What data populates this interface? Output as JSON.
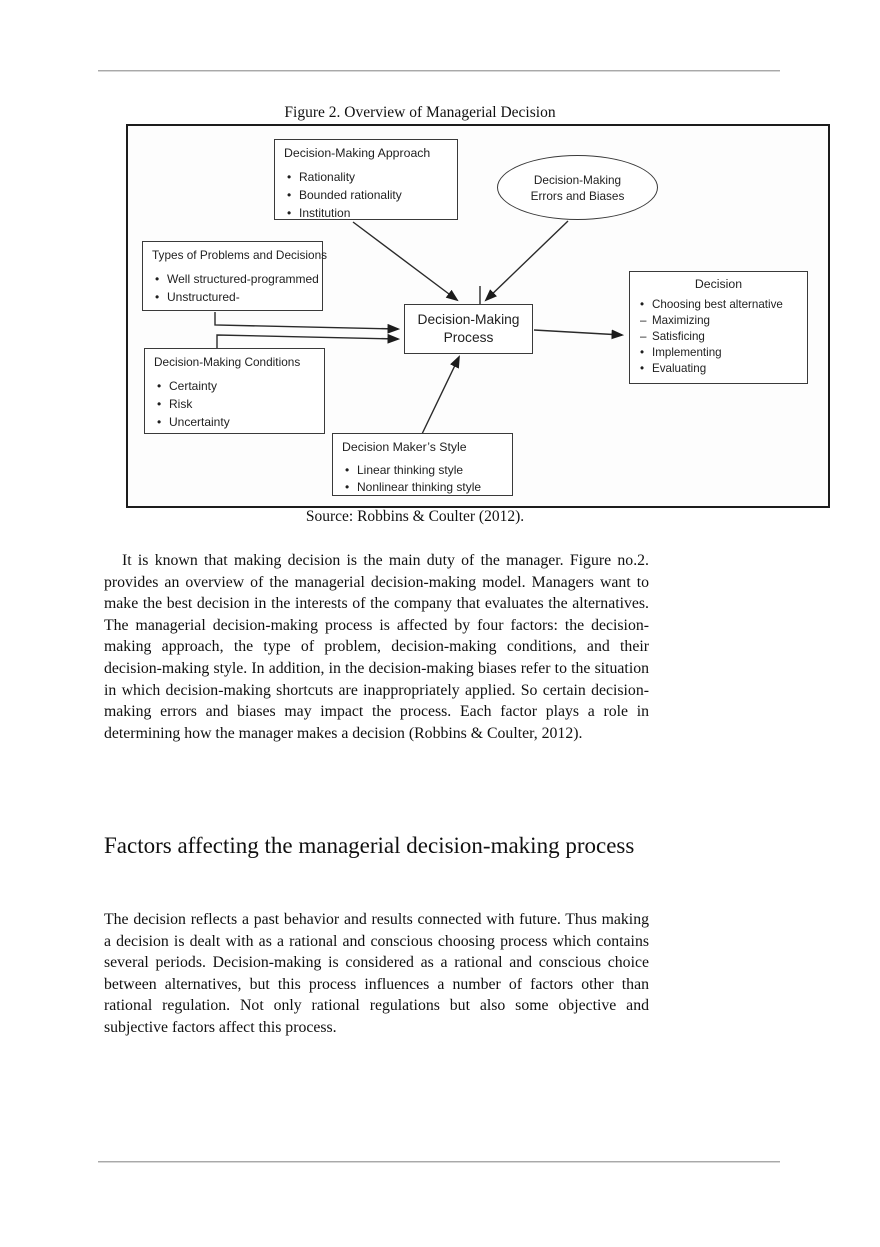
{
  "page": {
    "figure_caption": "Figure 2. Overview of Managerial Decision",
    "source_caption": "Source: Robbins & Coulter (2012).",
    "paragraph1": "It is known that making decision is the main duty of the manager. Figure no.2. provides an overview of the managerial decision-making model. Managers want to make the best decision in the interests of the company that evaluates the alternatives. The managerial decision-making process is affected by four factors: the decision-making approach, the type of problem, decision-making conditions, and their decision-making style. In addition, in the decision-making biases refer to the situation in which decision-making shortcuts are inappropriately applied. So certain decision-making errors and biases may impact the process. Each factor plays a role in determining how the manager makes a decision (Robbins & Coulter, 2012).",
    "section_heading": "Factors affecting the managerial decision-making process",
    "paragraph2": "The decision reflects a past behavior and results connected with future. Thus making a decision is dealt with as a rational and conscious choosing process which contains several periods. Decision-making is considered as a rational and conscious choice between alternatives, but this process influences a number of factors other than rational regulation. Not only rational regulations but also some objective and subjective factors affect this process."
  },
  "diagram": {
    "approach_box": {
      "title": "Decision-Making Approach",
      "items": [
        "Rationality",
        "Bounded rationality",
        "Institution"
      ]
    },
    "errors_ellipse": {
      "line1": "Decision-Making",
      "line2": "Errors and Biases"
    },
    "types_box": {
      "title": "Types of Problems and Decisions",
      "items": [
        "Well structured-programmed",
        "Unstructured-"
      ]
    },
    "conditions_box": {
      "title": "Decision-Making Conditions",
      "items": [
        "Certainty",
        "Risk",
        "Uncertainty"
      ]
    },
    "process_box": {
      "line1": "Decision-Making",
      "line2": "Process"
    },
    "decision_box": {
      "title": "Decision",
      "items": [
        "Choosing best alternative",
        "Implementing",
        "Evaluating"
      ],
      "sub_items": [
        "Maximizing",
        "Satisficing"
      ]
    },
    "style_box": {
      "title": "Decision Maker’s Style",
      "items": [
        "Linear thinking style",
        "Nonlinear thinking style"
      ]
    },
    "colors": {
      "ink": "#1a1a1a",
      "rule": "#a9a9a9"
    }
  }
}
